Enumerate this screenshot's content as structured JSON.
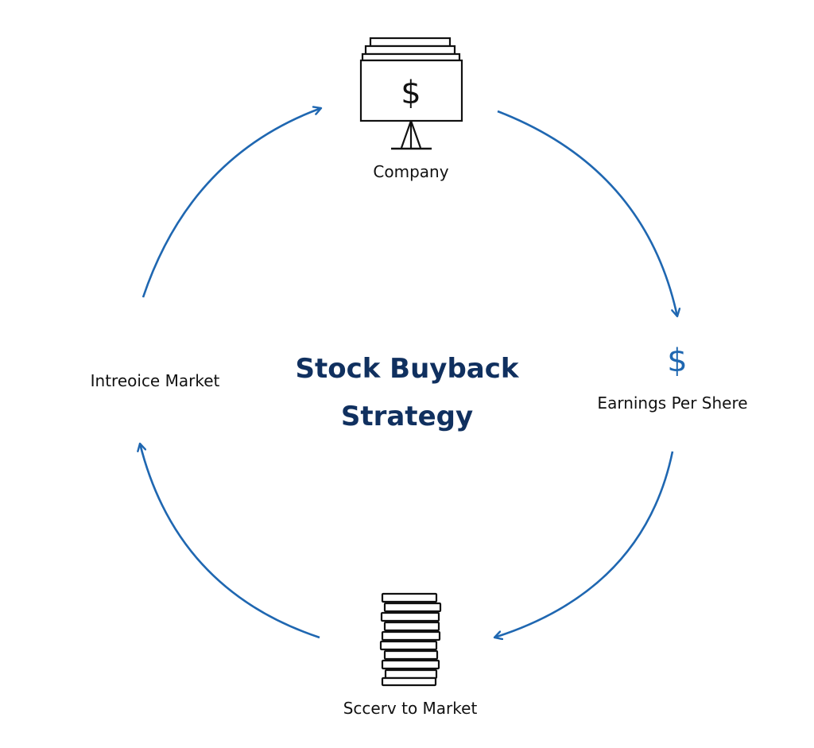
{
  "title": {
    "line1": "Stock Buyback",
    "line2": "Strategy"
  },
  "nodes": {
    "company": {
      "label": "Company",
      "icon": "monitor-dollar-icon"
    },
    "eps": {
      "label": "Earnings Per Shere",
      "icon": "dollar-icon",
      "glyph": "$"
    },
    "market": {
      "label": "Sccerv to Market",
      "icon": "stack-icon"
    },
    "intro": {
      "label": "Intreoice Market"
    }
  },
  "colors": {
    "arrow": "#1f67b1",
    "title": "#10305f",
    "icon": "#111111"
  }
}
